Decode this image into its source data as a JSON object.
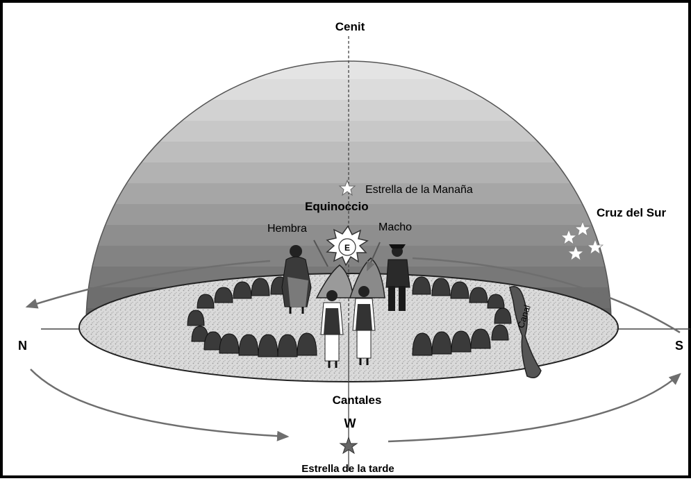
{
  "labels": {
    "zenith": "Cenit",
    "north": "N",
    "south": "S",
    "west": "W",
    "morning_star": "Estrella de la Manaña",
    "equinox": "Equinoccio",
    "female": "Hembra",
    "male": "Macho",
    "sun_marker": "E",
    "southern_cross": "Cruz del Sur",
    "canal": "Canal",
    "stones": "Cantales",
    "evening_star": "Estrella de la tarde"
  },
  "icons": {
    "sun": "sun-icon",
    "morning_star": "star-icon",
    "evening_star": "star-icon",
    "southern_cross": "star-icon",
    "people": "person-icon"
  },
  "colors": {
    "frame": "#000000",
    "dome_top": "#e2e2e2",
    "dome_bottom": "#6a6a6a",
    "plaza": "#dcdcdc",
    "stones": "#3a3a3a",
    "arrows": "#6e6e6e"
  }
}
